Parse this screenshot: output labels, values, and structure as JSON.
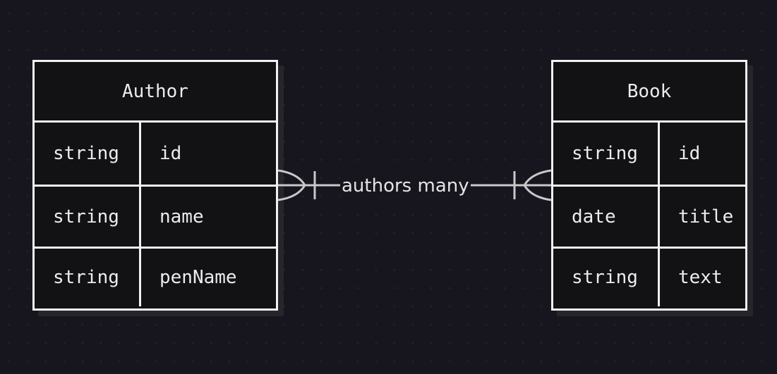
{
  "entities": [
    {
      "name": "Author",
      "attributes": [
        {
          "type": "string",
          "name": "id"
        },
        {
          "type": "string",
          "name": "name"
        },
        {
          "type": "string",
          "name": "penName"
        }
      ]
    },
    {
      "name": "Book",
      "attributes": [
        {
          "type": "string",
          "name": "id"
        },
        {
          "type": "date",
          "name": "title"
        },
        {
          "type": "string",
          "name": "text"
        }
      ]
    }
  ],
  "relationship": {
    "label": "authors many",
    "from": "Author",
    "to": "Book",
    "from_cardinality": "one-or-more",
    "to_cardinality": "one-or-more"
  },
  "colors": {
    "background": "#17161f",
    "entity_fill": "#121214",
    "border": "#f2f2f2",
    "connector": "#c8c8c8",
    "text": "#ececec"
  }
}
